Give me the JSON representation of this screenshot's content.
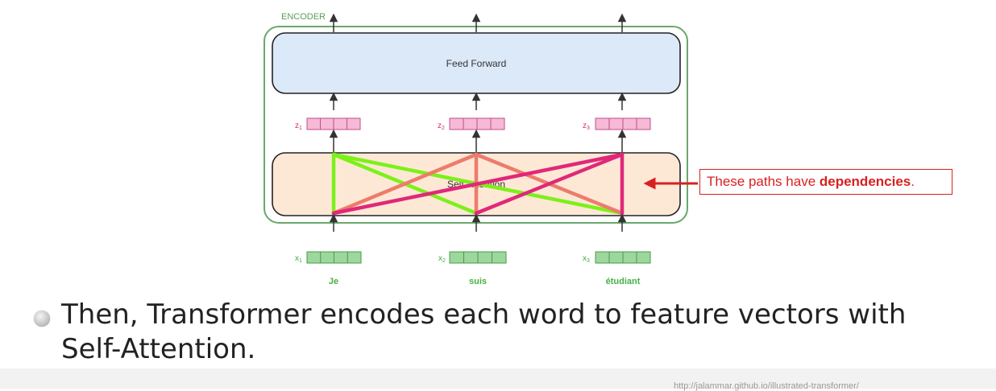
{
  "encoder_label": "ENCODER",
  "feed_forward_label": "Feed Forward",
  "self_attention_label": "Self-Attention",
  "outputs": [
    {
      "sym": "z",
      "sub": "1"
    },
    {
      "sym": "z",
      "sub": "2"
    },
    {
      "sym": "z",
      "sub": "3"
    }
  ],
  "inputs": [
    {
      "sym": "x",
      "sub": "1",
      "word": "Je"
    },
    {
      "sym": "x",
      "sub": "2",
      "word": "suis"
    },
    {
      "sym": "x",
      "sub": "3",
      "word": "étudiant"
    }
  ],
  "callout": {
    "prefix": "These paths have ",
    "bold": "dependencies",
    "suffix": "."
  },
  "bullet": {
    "line1": "Then, Transformer encodes each word to feature vectors with",
    "line2": "Self-Attention",
    "line2_suffix": "."
  },
  "source_url": "http://jalammar.github.io/illustrated-transformer/",
  "colors": {
    "encoder_border": "#6aa86a",
    "feed_forward_fill": "#dce9f9",
    "self_attention_fill": "#fde8d6",
    "z_vector": "#f6b9d6",
    "x_vector": "#9cd89c",
    "green_path": "#7df01a",
    "salmon_path": "#ee7b6b",
    "magenta_path": "#e0287a",
    "callout": "#d92020"
  }
}
